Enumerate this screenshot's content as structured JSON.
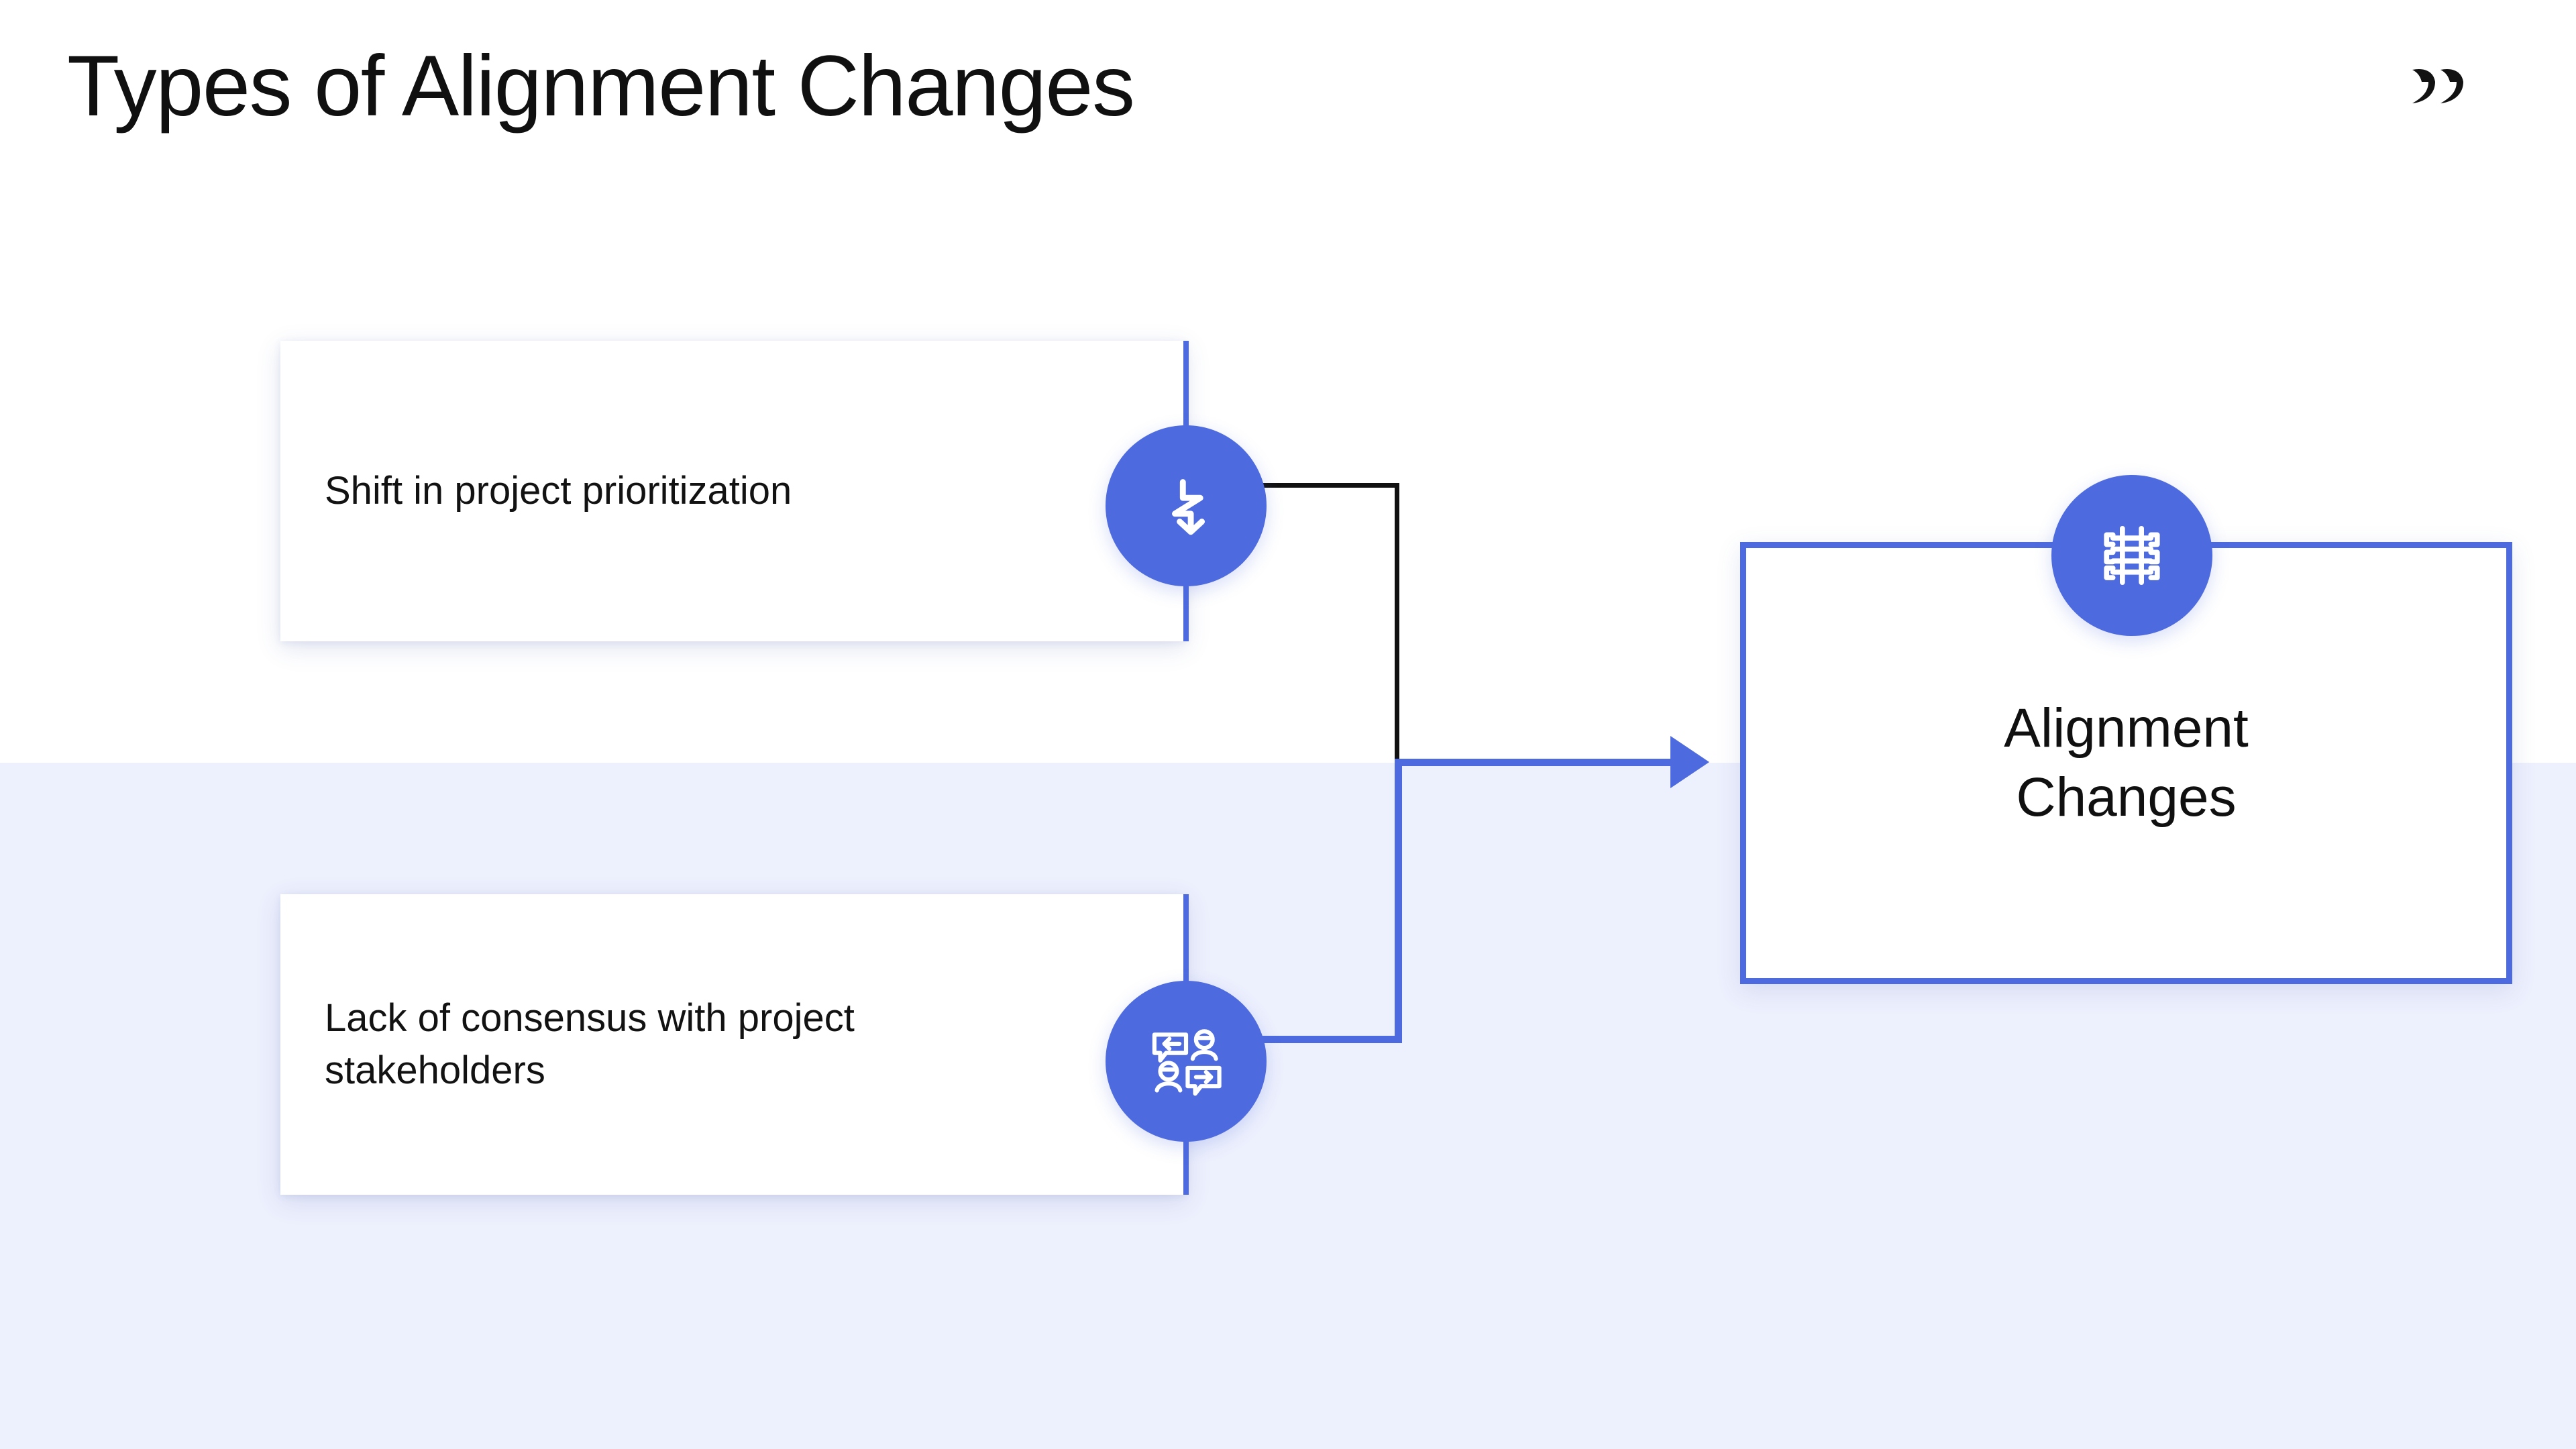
{
  "slide": {
    "title": "Types of Alignment Changes",
    "background_top_color": "#FFFFFF",
    "background_bottom_color": "#EDF0FD",
    "accent_color": "#4D6BDE"
  },
  "brand": {
    "logo_name": "company-logo-mark"
  },
  "factors": [
    {
      "id": "factor-1",
      "text": "Shift in project prioritization",
      "icon": "zigzag-down-arrow-icon"
    },
    {
      "id": "factor-2",
      "text": "Lack of consensus with project stakeholders",
      "icon": "stakeholder-discussion-icon"
    }
  ],
  "result": {
    "line_1": "Alignment",
    "line_2": "Changes",
    "icon": "railroad-track-icon",
    "border_color": "#4D6BDE"
  },
  "connectors": {
    "upper_branch_color": "#111111",
    "lower_branch_color": "#4D6BDE",
    "arrow_direction": "right"
  }
}
